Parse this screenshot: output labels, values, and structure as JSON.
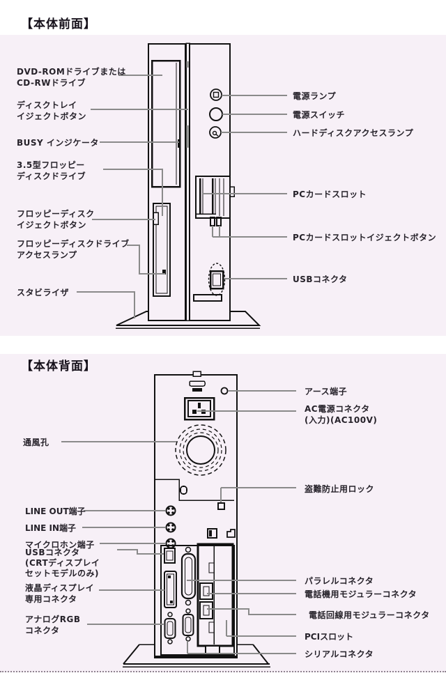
{
  "colors": {
    "section_background": "#f7f0f7",
    "page_background": "#ffffff",
    "drawing_line": "#111111",
    "leader_line": "#8a8a8a",
    "label_text": "#26222a"
  },
  "front": {
    "title": "【本体前面】",
    "labels": {
      "dvd": "DVD-ROMドライブまたは\nCD-RWドライブ",
      "tray": "ディスクトレイ\nイジェクトボタン",
      "busy": "BUSY インジケータ",
      "fdd": "3.5型フロッピー\nディスクドライブ",
      "fd_eject": "フロッピーディスク\nイジェクトボタン",
      "fd_lamp": "フロッピーディスクドライブ\nアクセスランプ",
      "stabilizer": "スタビライザ",
      "power_lamp": "電源ランプ",
      "power_switch": "電源スイッチ",
      "hdd_lamp": "ハードディスクアクセスランプ",
      "pc_slot": "PCカードスロット",
      "pc_eject": "PCカードスロットイジェクトボタン",
      "usb": "USBコネクタ"
    }
  },
  "back": {
    "title": "【本体背面】",
    "labels": {
      "earth": "アース端子",
      "ac": "AC電源コネクタ\n(入力)(AC100V)",
      "vent": "通風孔",
      "lock": "盗難防止用ロック",
      "line_out": "LINE OUT端子",
      "line_in": "LINE IN端子",
      "mic": "マイクロホン端子",
      "usb_crt": "USBコネクタ\n(CRTディスプレイ\nセットモデルのみ)",
      "lcd": "液晶ディスプレイ\n専用コネクタ",
      "rgb": "アナログRGB\nコネクタ",
      "parallel": "パラレルコネクタ",
      "tel_jack": "電話機用モジュラーコネクタ",
      "tel_line": "電話回線用モジュラーコネクタ",
      "pci": "PCIスロット",
      "serial": "シリアルコネクタ"
    }
  }
}
